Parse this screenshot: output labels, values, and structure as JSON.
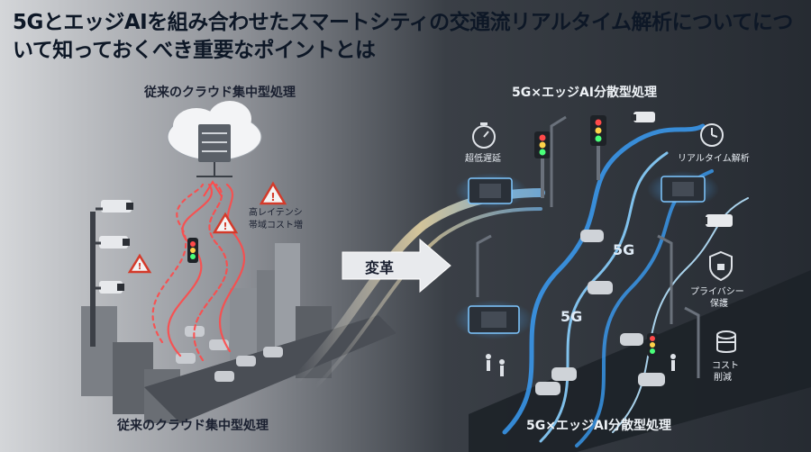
{
  "title": "5GとエッジAIを組み合わせたスマートシティの交通流リアルタイム解析についてについて知っておくべき重要なポイントとは",
  "left_panel": {
    "heading": "従来のクラウド集中型処理",
    "warning_text_line1": "高レイテンシ",
    "warning_text_line2": "帯域コスト増",
    "footer": "従来のクラウド集中型処理"
  },
  "transition_label": "変革",
  "right_panel": {
    "heading": "5G×エッジAI分散型処理",
    "label_low_latency": "超低遅延",
    "label_realtime": "リアルタイム解析",
    "label_privacy_line1": "プライバシー",
    "label_privacy_line2": "保護",
    "label_cost_line1": "コスト",
    "label_cost_line2": "削減",
    "badge_5g_a": "5G",
    "badge_5g_b": "5G",
    "footer": "5G×エッジAI分散型処理"
  },
  "colors": {
    "title_text": "#0d1726",
    "legacy_flow": "#ff4a4a",
    "edge_flow": "#3ba3ff",
    "warning": "#d43a2a"
  },
  "icons": [
    "cloud-server-icon",
    "warning-icon",
    "cctv-camera-icon",
    "traffic-light-icon",
    "stopwatch-icon",
    "clock-icon",
    "shield-lock-icon",
    "coin-stack-icon",
    "edge-chip-icon",
    "street-lamp-icon",
    "pedestrian-icon",
    "car-icon",
    "building-icon",
    "arrow-right-icon"
  ]
}
